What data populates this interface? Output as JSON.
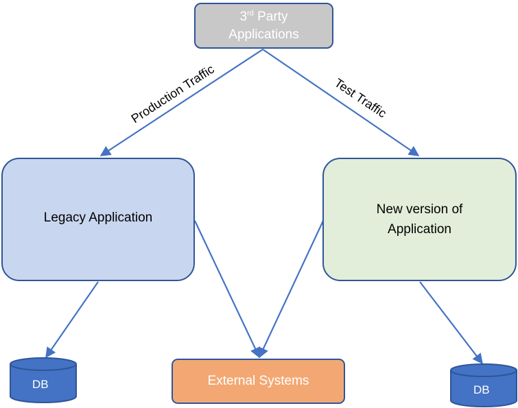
{
  "nodes": {
    "third_party": {
      "sup_prefix": "3",
      "sup": "rd",
      "line1_rest": " Party",
      "line2": "Applications"
    },
    "legacy": {
      "label": "Legacy Application"
    },
    "new_version": {
      "line1": "New version of",
      "line2": "Application"
    },
    "external": {
      "label": "External Systems"
    },
    "db_left": {
      "label": "DB"
    },
    "db_right": {
      "label": "DB"
    }
  },
  "edges": {
    "production": "Production Traffic",
    "test": "Test Traffic"
  },
  "colors": {
    "stroke": "#2e5597",
    "arrow": "#4472c4",
    "third_party_fill": "#c8c8c8",
    "legacy_fill": "#c9d6ef",
    "new_version_fill": "#e2eed9",
    "external_fill": "#f3a874",
    "db_fill": "#4472c4"
  }
}
